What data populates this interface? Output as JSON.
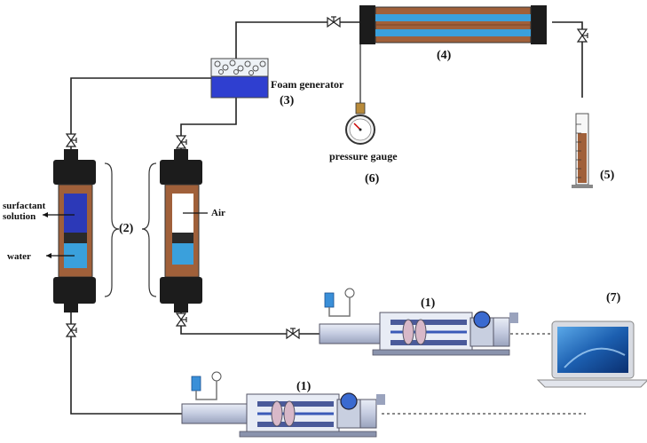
{
  "labels": {
    "foam_generator": "Foam generator",
    "pressure_gauge": "pressure gauge",
    "surfactant_line1": "surfactant",
    "surfactant_line2": "solution",
    "water": "water",
    "air": "Air"
  },
  "numbers": {
    "pump_upper": "(1)",
    "pump_lower": "(1)",
    "accumulators": "(2)",
    "foam_generator": "(3)",
    "core_holder": "(4)",
    "cylinder": "(5)",
    "gauge": "(6)",
    "laptop": "(7)"
  },
  "colors": {
    "line": "#222222",
    "brown": "#a0603a",
    "blue": "#3aa0dc",
    "dark_blue": "#2c39b8",
    "cap": "#1c1c1c",
    "pump_body": "#cfd6e8",
    "foam_liquid": "#2f3fd0"
  },
  "icons": [
    "valve-icon",
    "laptop-icon",
    "pressure-gauge-icon",
    "graduated-cylinder-icon",
    "syringe-pump-icon"
  ]
}
